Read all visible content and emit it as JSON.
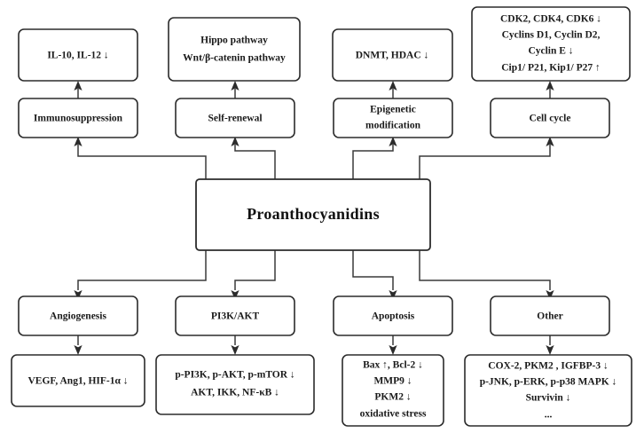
{
  "figure": {
    "type": "flowchart",
    "orientation": "center-out, four branches up and four branches down",
    "center": {
      "label": "Proanthocyanidins"
    },
    "upper_branches": [
      {
        "mechanism": "Immunosuppression",
        "outcome_lines": [
          "IL-10, IL-12 ↓"
        ]
      },
      {
        "mechanism": "Self-renewal",
        "outcome_lines": [
          "Hippo pathway",
          "Wnt/β-catenin pathway"
        ]
      },
      {
        "mechanism_lines": [
          "Epigenetic",
          "modification"
        ],
        "mechanism": "Epigenetic modification",
        "outcome_lines": [
          "DNMT, HDAC ↓"
        ]
      },
      {
        "mechanism": "Cell cycle",
        "outcome_lines": [
          "CDK2, CDK4, CDK6 ↓",
          "Cyclins D1, Cyclin D2,",
          "Cyclin E ↓",
          "Cip1/ P21, Kip1/ P27 ↑"
        ]
      }
    ],
    "lower_branches": [
      {
        "mechanism": "Angiogenesis",
        "outcome_lines": [
          "VEGF, Ang1, HIF-1α ↓"
        ]
      },
      {
        "mechanism": "PI3K/AKT",
        "outcome_lines": [
          "p-PI3K, p-AKT, p-mTOR ↓",
          "AKT, IKK, NF-κB ↓"
        ]
      },
      {
        "mechanism": "Apoptosis",
        "outcome_lines": [
          "Bax ↑, Bcl-2 ↓",
          "MMP9 ↓",
          "PKM2 ↓",
          "oxidative stress"
        ]
      },
      {
        "mechanism": "Other",
        "outcome_lines": [
          "COX-2, PKM2 , IGFBP-3 ↓",
          "p-JNK, p-ERK, p-p38 MAPK ↓",
          "Survivin ↓",
          "..."
        ]
      }
    ],
    "colors": {
      "background": "#ffffff",
      "box_stroke": "#2b2b2b",
      "box_fill": "#ffffff",
      "connector": "#3a3a3a",
      "text": "#1a1a1a"
    }
  }
}
